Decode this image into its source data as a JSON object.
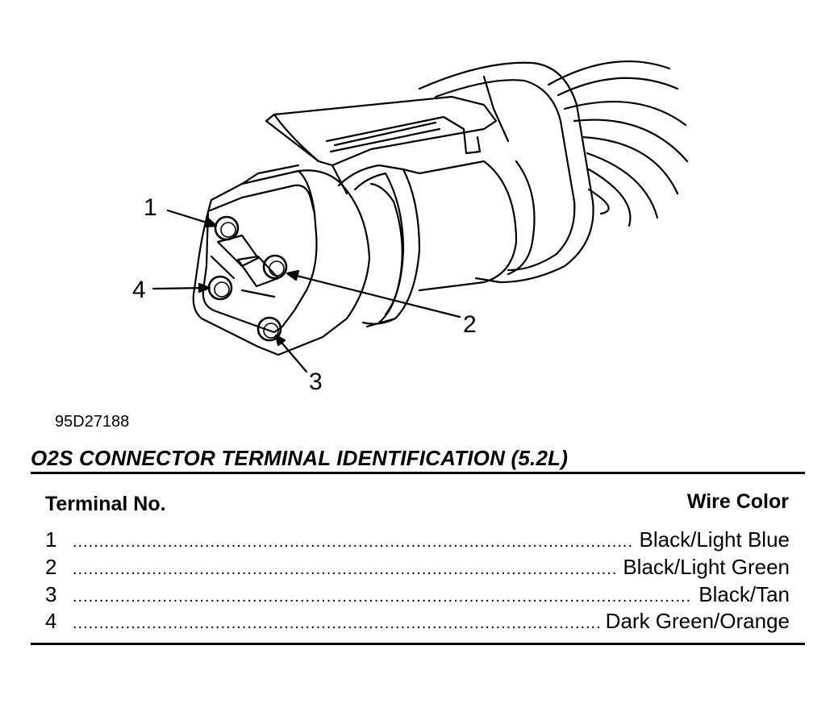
{
  "figure": {
    "callouts": [
      {
        "id": "1",
        "text": "1"
      },
      {
        "id": "2",
        "text": "2"
      },
      {
        "id": "3",
        "text": "3"
      },
      {
        "id": "4",
        "text": "4"
      }
    ],
    "figure_id": "95D27188"
  },
  "table": {
    "title": "O2S CONNECTOR TERMINAL IDENTIFICATION (5.2L)",
    "header_terminal": "Terminal No.",
    "header_color": "Wire Color",
    "leader": "............................................................................................................................................................",
    "rows": [
      {
        "terminal": "1",
        "color": "Black/Light Blue"
      },
      {
        "terminal": "2",
        "color": "Black/Light Green"
      },
      {
        "terminal": "3",
        "color": "Black/Tan"
      },
      {
        "terminal": "4",
        "color": "Dark Green/Orange"
      }
    ]
  }
}
